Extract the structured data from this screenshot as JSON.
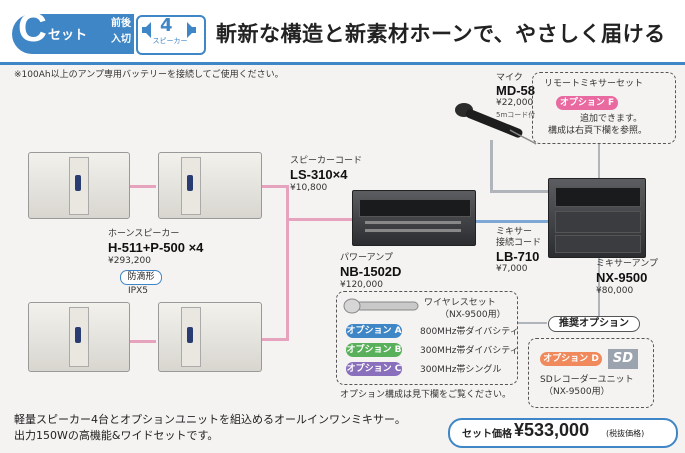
{
  "header": {
    "letter": "C",
    "set_word": "セット",
    "front_back_line1": "前後",
    "front_back_line2": "入切",
    "speaker_count": "4",
    "speaker_label": "スピーカー",
    "headline": "斬新な構造と新素材ホーンで、やさしく届ける"
  },
  "note": "※100Ah以上のアンプ専用バッテリーを接続してご使用ください。",
  "horn_speaker": {
    "label": "ホーンスピーカー",
    "model": "H-511+P-500 ×4",
    "price": "¥293,200",
    "rain_badge": "防滴形",
    "ip": "IPX5"
  },
  "speaker_cord": {
    "label": "スピーカーコード",
    "model": "LS-310×4",
    "price": "¥10,800"
  },
  "power_amp": {
    "label": "パワーアンプ",
    "model": "NB-1502D",
    "price": "¥120,000"
  },
  "mic": {
    "label": "マイク",
    "model": "MD-58",
    "price": "¥22,000",
    "cord_note": "5mコード付"
  },
  "remote_mixer": {
    "label": "リモートミキサーセット",
    "option_label": "オプション",
    "option_letter": "F",
    "line1": "追加できます。",
    "line2": "構成は右頁下欄を参照。"
  },
  "mixer_cord": {
    "label1": "ミキサー",
    "label2": "接続コード",
    "model": "LB-710",
    "price": "¥7,000"
  },
  "mixer_amp": {
    "label": "ミキサーアンプ",
    "model": "NX-9500",
    "price": "¥80,000"
  },
  "wireless": {
    "title": "ワイヤレスセット",
    "subtitle": "（NX-9500用）",
    "options": [
      {
        "label": "オプション",
        "letter": "A",
        "desc": "800MHz帯ダイバシティ",
        "color": "#3f86c6"
      },
      {
        "label": "オプション",
        "letter": "B",
        "desc": "300MHz帯ダイバシティ",
        "color": "#58b15a"
      },
      {
        "label": "オプション",
        "letter": "C",
        "desc": "300MHz帯シングル",
        "color": "#8a6fbd"
      }
    ],
    "footnote": "オプション構成は見下欄をご覧ください。"
  },
  "recommended": {
    "title": "推奨オプション",
    "option_label": "オプション",
    "option_letter": "D",
    "sd": "SD",
    "desc": "SDレコーダーユニット",
    "desc2": "（NX-9500用）"
  },
  "bottom": {
    "line1": "軽量スピーカー4台とオプションユニットを組込めるオールインワンミキサー。",
    "line2": "出力150Wの高機能&ワイドセットです。"
  },
  "set_price": {
    "label": "セット価格",
    "value": "¥533,000",
    "tax": "(税抜価格)"
  },
  "colors": {
    "accent": "#3f86c6",
    "pink_wire": "#e6a3bd",
    "blue_wire": "#7ea7d6",
    "opt_d": "#f08a5d",
    "opt_f": "#e86aa0"
  }
}
